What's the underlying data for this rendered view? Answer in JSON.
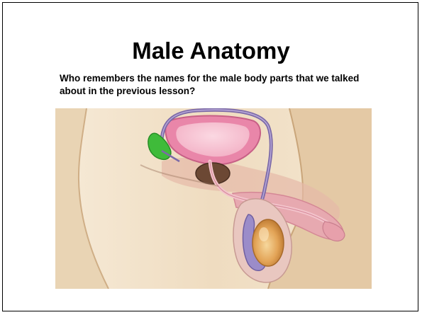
{
  "slide": {
    "title": "Male Anatomy",
    "subtitle": "Who remembers the names for the male body parts that we talked about in the previous lesson?",
    "illustration": {
      "subject": "male-reproductive-anatomy-cross-section",
      "colors": {
        "background": "#f1e3cd",
        "skin": "#e3c7a2",
        "bladder": "#e985a8",
        "bladder_inner": "#f9c9d6",
        "vas_deferens": "#7b6aa6",
        "seminal_vesicle": "#3fb93a",
        "prostate": "#6a4632",
        "testis": "#e5a55a",
        "urethra": "#e7a7b2"
      }
    }
  }
}
